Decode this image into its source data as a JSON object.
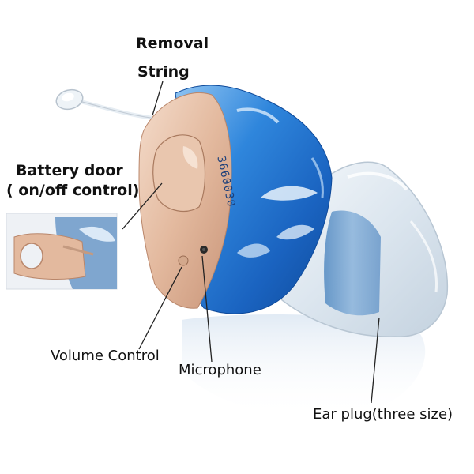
{
  "labels": {
    "removal_string_line1": "Removal",
    "removal_string_line2": "String",
    "battery_door_line1": "Battery door",
    "battery_door_line2": "( on/off control)",
    "volume_control": "Volume Control",
    "microphone": "Microphone",
    "ear_plug": "Ear plug(three size)"
  },
  "device": {
    "serial_number": "3660030"
  },
  "colors": {
    "shell_blue": "#2e7fd6",
    "faceplate_beige": "#e8c3aa",
    "ear_plug_clear": "#d9e4ef",
    "leader_line": "#222222"
  }
}
